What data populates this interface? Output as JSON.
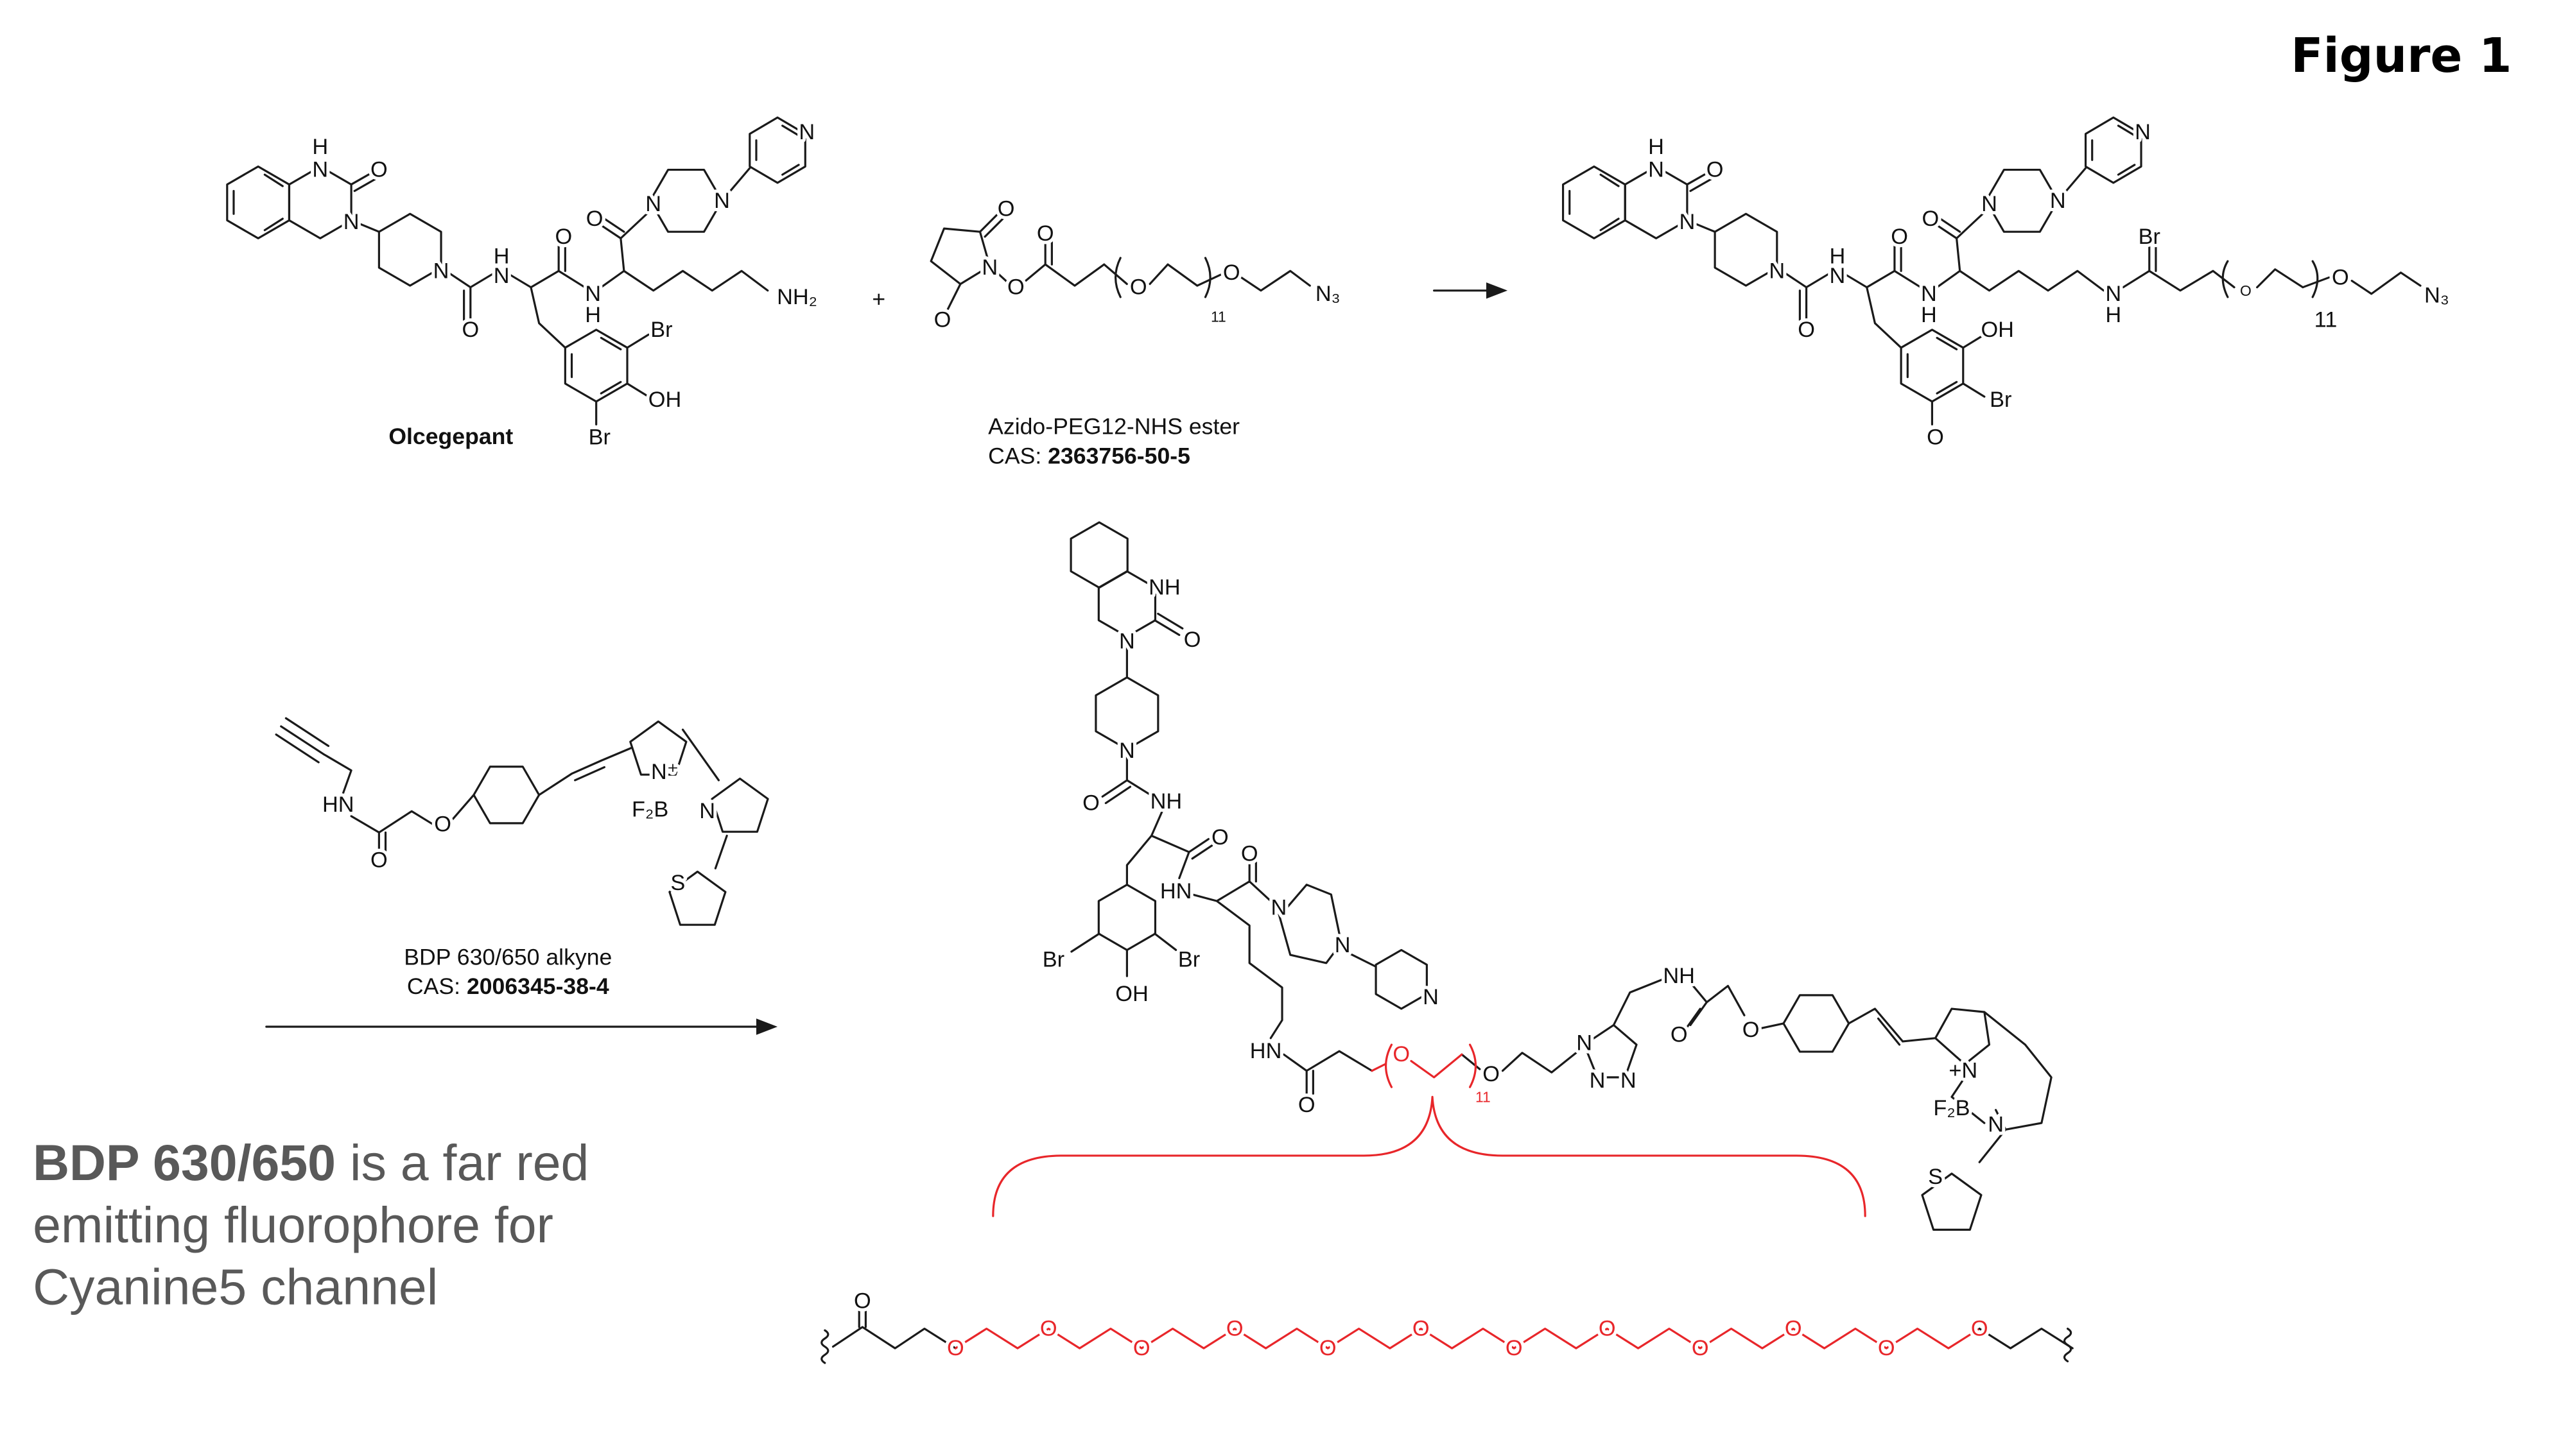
{
  "figure_title": "Figure 1",
  "plus_sign": "+",
  "molecules": {
    "olcegepant": {
      "name": "Olcegepant",
      "atoms": [
        "H",
        "N",
        "O",
        "N",
        "N",
        "O",
        "H",
        "N",
        "O",
        "N",
        "H",
        "O",
        "N",
        "N",
        "N",
        "NH₂",
        "Br",
        "OH",
        "Br"
      ]
    },
    "azido_peg_nhs": {
      "name": "Azido-PEG12-NHS ester",
      "cas_prefix": "CAS: ",
      "cas": "2363756-50-5",
      "atoms": [
        "O",
        "O",
        "N",
        "O",
        "O",
        "O",
        "11",
        "O",
        "N₃"
      ]
    },
    "intermediate": {
      "atoms": [
        "H",
        "N",
        "O",
        "N",
        "N",
        "O",
        "H",
        "N",
        "O",
        "N",
        "H",
        "O",
        "N",
        "N",
        "N",
        "N",
        "H",
        "Br",
        "OH",
        "Br",
        "O",
        "O",
        "11",
        "O",
        "N₃"
      ]
    },
    "bdp_alkyne": {
      "name": "BDP 630/650 alkyne",
      "cas_prefix": "CAS: ",
      "cas": "2006345-38-4",
      "atoms": [
        "HN",
        "O",
        "O",
        "N⁺",
        "F₂B",
        "N",
        "S"
      ]
    },
    "final_product": {
      "atoms": [
        "NH",
        "O",
        "N",
        "N",
        "O",
        "NH",
        "O",
        "HN",
        "Br",
        "Br",
        "OH",
        "O",
        "N",
        "N",
        "N",
        "HN",
        "O",
        "O",
        "11",
        "O",
        "N",
        "N",
        "N",
        "NH",
        "O",
        "O",
        "+N",
        "F₂B",
        "N",
        "S"
      ]
    },
    "peg_chain": {
      "atoms": [
        "O",
        "O",
        "O",
        "O",
        "O",
        "O",
        "O",
        "O",
        "O",
        "O",
        "O",
        "O",
        "O"
      ]
    }
  },
  "note": {
    "bold": "BDP 630/650",
    "line1_rest": " is a far red",
    "line2": "emitting fluorophore for",
    "line3": "Cyanine5 channel"
  },
  "colors": {
    "highlight": "#e8262a",
    "note_text": "#595959"
  }
}
